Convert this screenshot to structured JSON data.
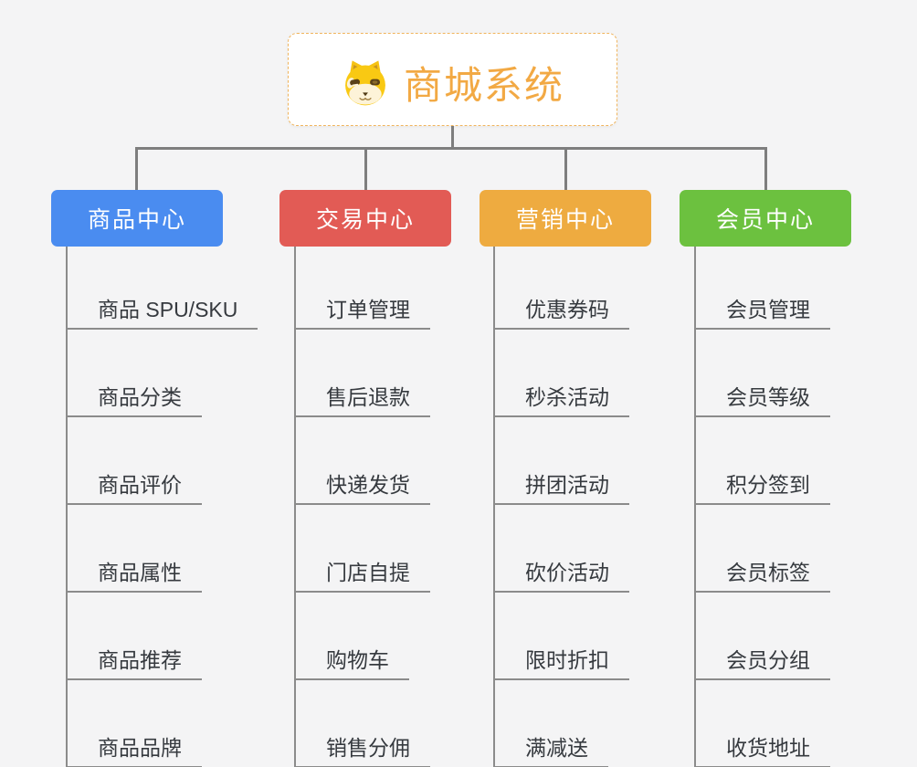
{
  "canvas": {
    "background": "#f4f4f5",
    "connector_color": "#7e7e7e",
    "leaf_line_color": "#8b8b8b"
  },
  "root": {
    "title": "商城系统",
    "icon": "shiba-dog-icon",
    "title_color": "#f2a944",
    "border_color": "#f0b45c",
    "background": "#ffffff"
  },
  "branches": [
    {
      "label": "商品中心",
      "color": "#4a8cf0",
      "children": [
        "商品 SPU/SKU",
        "商品分类",
        "商品评价",
        "商品属性",
        "商品推荐",
        "商品品牌"
      ]
    },
    {
      "label": "交易中心",
      "color": "#e25b55",
      "children": [
        "订单管理",
        "售后退款",
        "快递发货",
        "门店自提",
        "购物车",
        "销售分佣"
      ]
    },
    {
      "label": "营销中心",
      "color": "#eeab40",
      "children": [
        "优惠券码",
        "秒杀活动",
        "拼团活动",
        "砍价活动",
        "限时折扣",
        "满减送"
      ]
    },
    {
      "label": "会员中心",
      "color": "#6cc13f",
      "children": [
        "会员管理",
        "会员等级",
        "积分签到",
        "会员标签",
        "会员分组",
        "收货地址"
      ]
    }
  ]
}
